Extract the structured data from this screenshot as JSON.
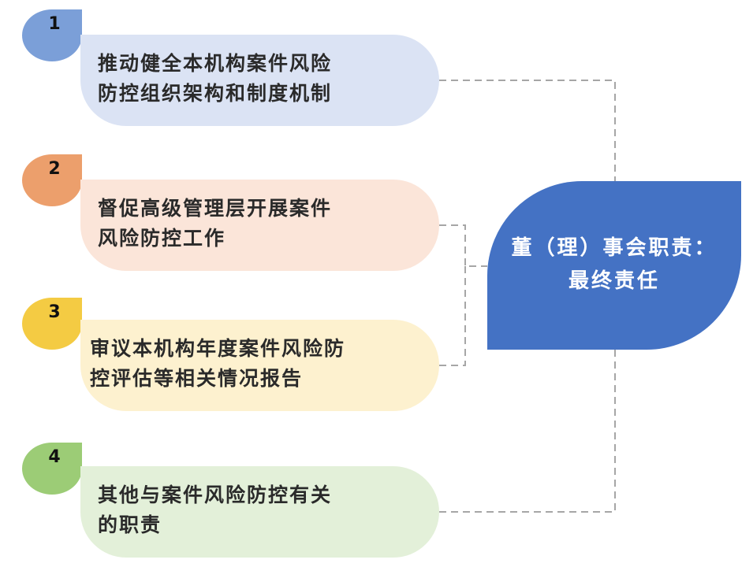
{
  "diagram": {
    "center": {
      "line1": "董（理）事会职责：",
      "line2": "最终责任",
      "color": "#4472c4"
    },
    "items": [
      {
        "number": "1",
        "line1": "推动健全本机构案件风险",
        "line2": "防控组织架构和制度机制",
        "badge_color": "#7b9fd8",
        "card_color": "#dbe3f4"
      },
      {
        "number": "2",
        "line1": "督促高级管理层开展案件",
        "line2": "风险防控工作",
        "badge_color": "#ec9f6c",
        "card_color": "#fbe5d9"
      },
      {
        "number": "3",
        "line1": "审议本机构年度案件风险防",
        "line2": "控评估等相关情况报告",
        "badge_color": "#f4cb43",
        "card_color": "#fdf1cf"
      },
      {
        "number": "4",
        "line1": "其他与案件风险防控有关",
        "line2": "的职责",
        "badge_color": "#9ccc76",
        "card_color": "#e3f0d9"
      }
    ]
  }
}
